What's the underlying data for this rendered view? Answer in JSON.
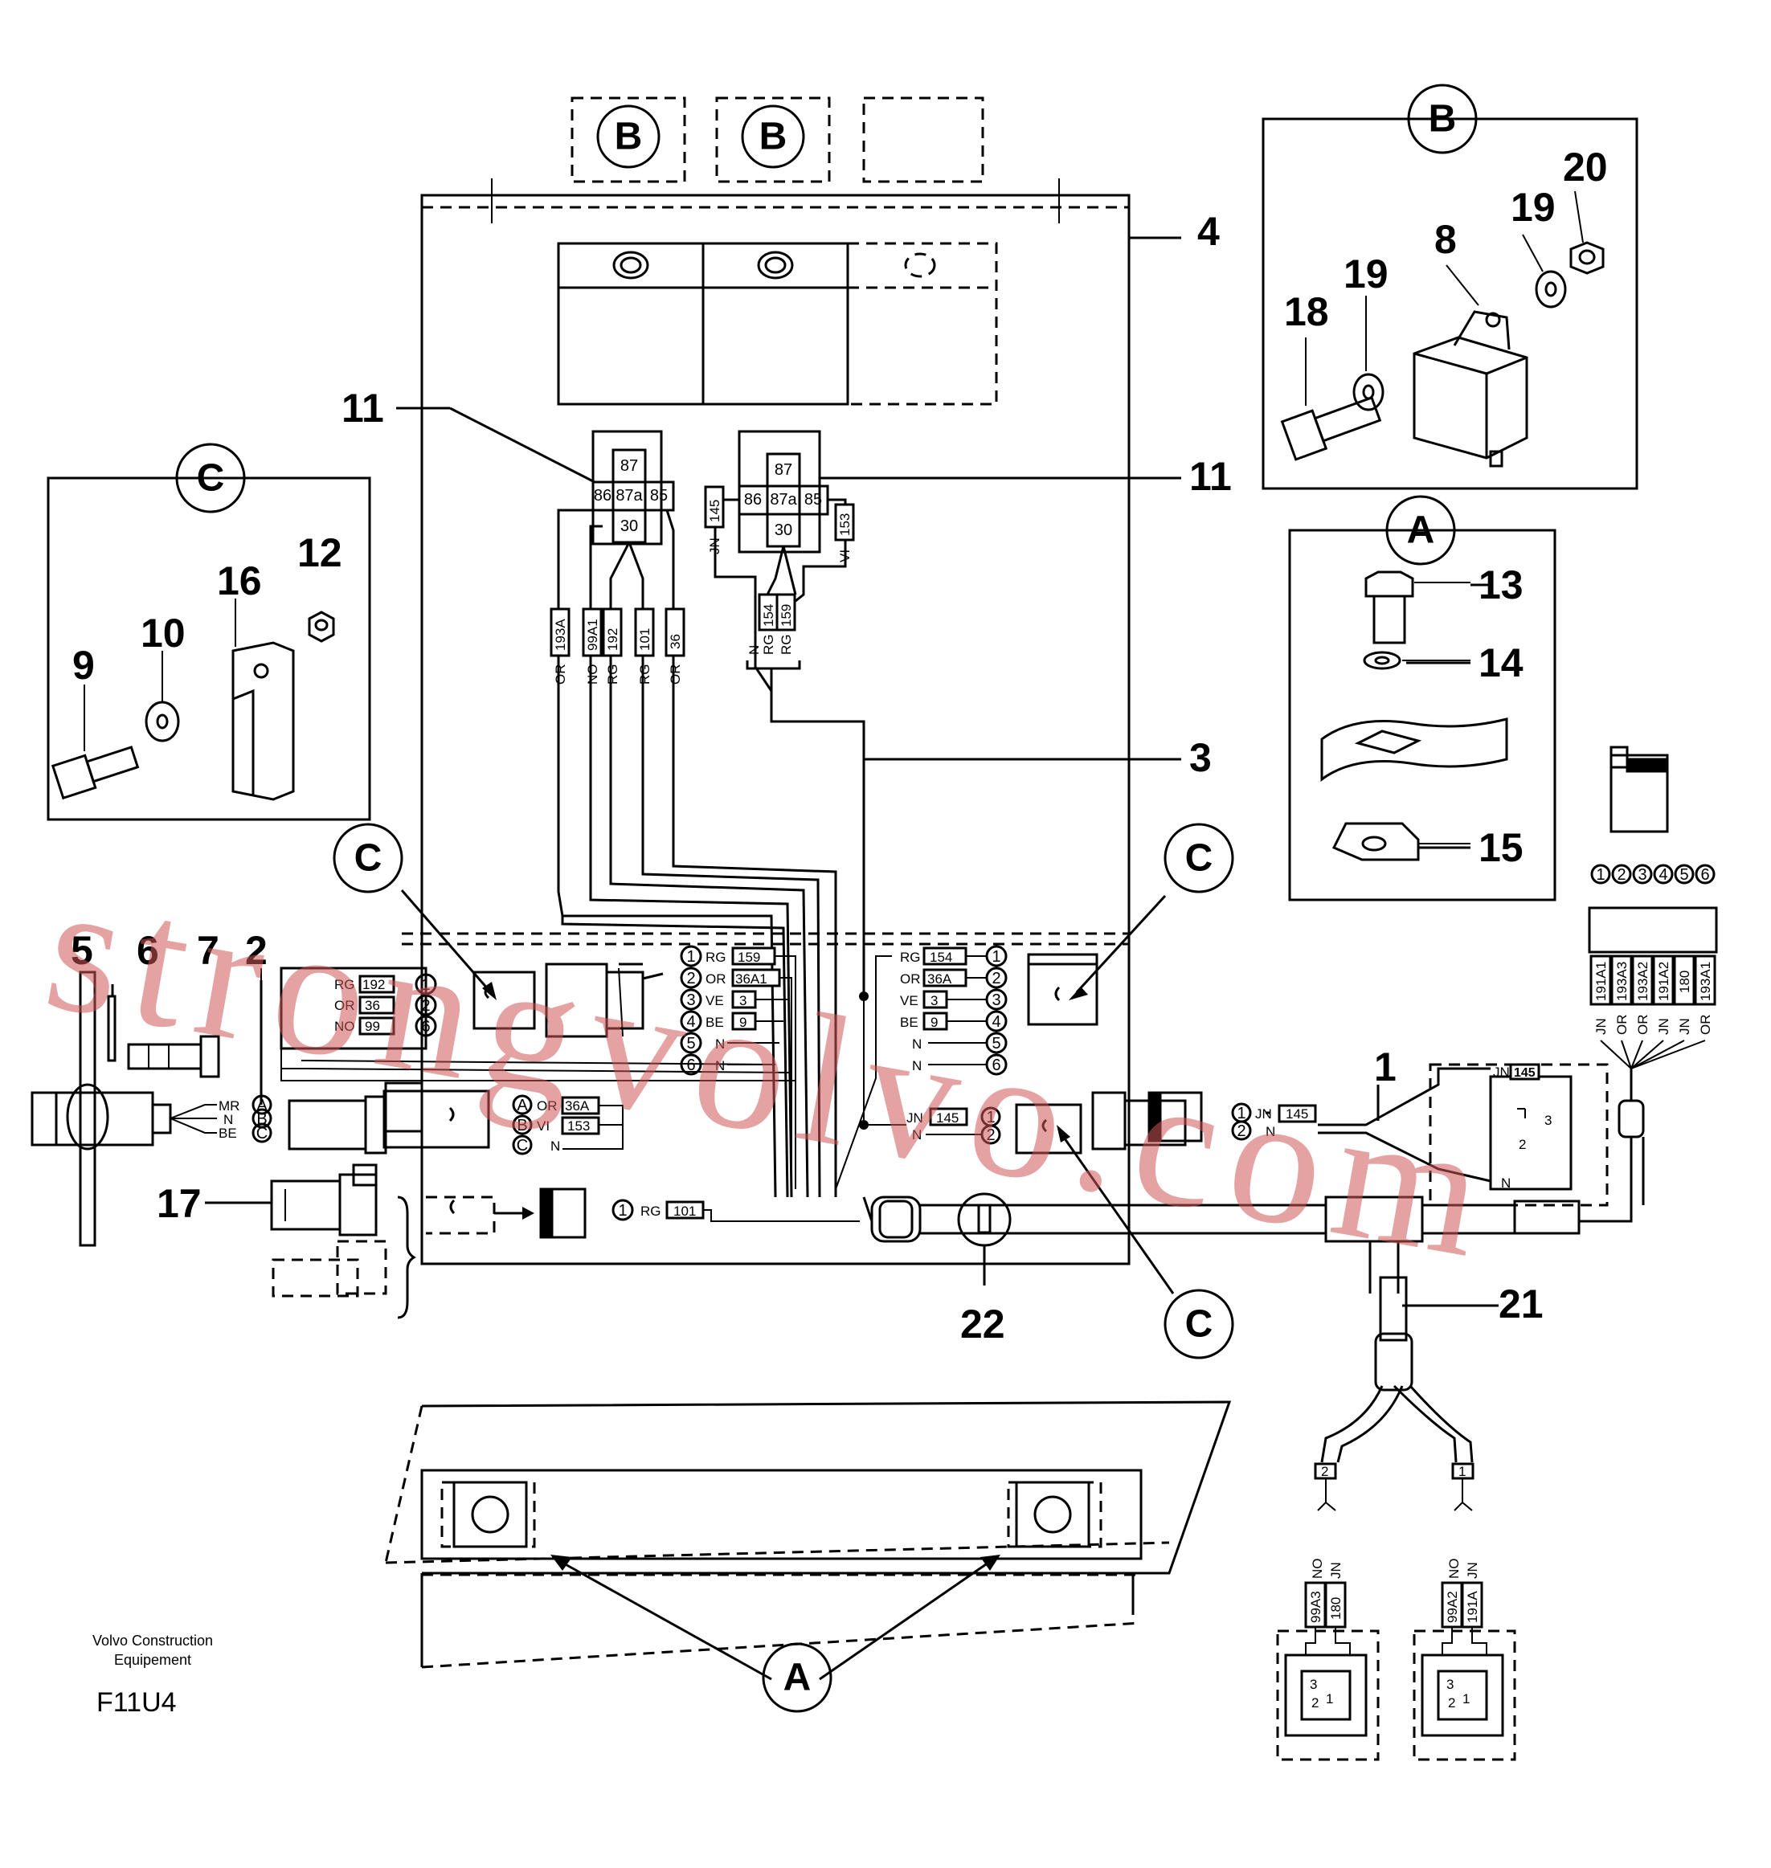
{
  "callouts": {
    "b": "B",
    "c": "C",
    "a": "A"
  },
  "parts": {
    "p1": "1",
    "p2": "2",
    "p3": "3",
    "p4": "4",
    "p5": "5",
    "p6": "6",
    "p7": "7",
    "p8": "8",
    "p9": "9",
    "p10": "10",
    "p11": "11",
    "p12": "12",
    "p13": "13",
    "p14": "14",
    "p15": "15",
    "p16": "16",
    "p17": "17",
    "p18": "18",
    "p19": "19",
    "p20": "20",
    "p21": "21",
    "p22": "22"
  },
  "relay_pins": {
    "p86": "86",
    "p87a": "87a",
    "p87": "87",
    "p85": "85",
    "p30": "30"
  },
  "relay_left_wires": [
    "OR",
    "193A",
    "NO",
    "99A1",
    "RG",
    "192",
    "RG",
    "101",
    "OR",
    "36"
  ],
  "relay_right_wires": {
    "jn": "JN",
    "w145": "145",
    "vi": "VI",
    "w153": "153",
    "n": "N",
    "rg1": "RG",
    "w154": "154",
    "rg2": "RG",
    "w159": "159"
  },
  "conn_left": {
    "rows": [
      {
        "pin": "1",
        "color": "RG",
        "wire": "159"
      },
      {
        "pin": "2",
        "color": "OR",
        "wire": "36A1"
      },
      {
        "pin": "3",
        "color": "VE",
        "wire": "3"
      },
      {
        "pin": "4",
        "color": "BE",
        "wire": "9"
      },
      {
        "pin": "5",
        "color": "N",
        "wire": ""
      },
      {
        "pin": "6",
        "color": "N",
        "wire": ""
      }
    ]
  },
  "conn_mid": {
    "rows": [
      {
        "pin": "1",
        "color": "RG",
        "wire": "154"
      },
      {
        "pin": "2",
        "color": "OR",
        "wire": "36A"
      },
      {
        "pin": "3",
        "color": "VE",
        "wire": "3"
      },
      {
        "pin": "4",
        "color": "BE",
        "wire": "9"
      },
      {
        "pin": "5",
        "color": "N",
        "wire": ""
      },
      {
        "pin": "6",
        "color": "N",
        "wire": ""
      }
    ]
  },
  "conn_part2": {
    "rows": [
      {
        "pin": "1",
        "color": "RG",
        "wire": "192"
      },
      {
        "pin": "2",
        "color": "OR",
        "wire": "36"
      },
      {
        "pin": "6",
        "color": "NO",
        "wire": "99"
      }
    ]
  },
  "sensor_pins": {
    "rows": [
      {
        "pin": "A",
        "color": "MR"
      },
      {
        "pin": "B",
        "color": "N"
      },
      {
        "pin": "C",
        "color": "BE"
      }
    ]
  },
  "conn_abc": {
    "rows": [
      {
        "pin": "A",
        "color": "OR",
        "wire": "36A"
      },
      {
        "pin": "B",
        "color": "VI",
        "wire": "153"
      },
      {
        "pin": "C",
        "color": "N",
        "wire": ""
      }
    ]
  },
  "conn_jn": {
    "rows": [
      {
        "pin": "1",
        "color": "JN",
        "wire": "145"
      },
      {
        "pin": "2",
        "color": "N",
        "wire": ""
      }
    ]
  },
  "conn_17": {
    "pin": "1",
    "color": "RG",
    "wire": "101"
  },
  "conn_1": {
    "rows": [
      {
        "pin": "1",
        "color": "JN",
        "wire": "145"
      },
      {
        "pin": "2",
        "color": "N",
        "wire": ""
      }
    ],
    "jn": "JN",
    "w145": "145",
    "n": "N",
    "pin1": "1",
    "pin2": "2",
    "pin3": "3"
  },
  "conn_six": {
    "pins": [
      "1",
      "2",
      "3",
      "4",
      "5",
      "6"
    ],
    "wires": [
      "191A1",
      "193A3",
      "193A2",
      "191A2",
      "180",
      "193A1"
    ],
    "colors": [
      "JN",
      "OR",
      "OR",
      "JN",
      "JN",
      "OR"
    ]
  },
  "branch": {
    "left": {
      "tag": "2",
      "c1": "NO",
      "c2": "JN",
      "w1": "99A3",
      "w2": "180"
    },
    "right": {
      "tag": "1",
      "c1": "NO",
      "c2": "JN",
      "w1": "99A2",
      "w2": "191A"
    },
    "pin1": "1",
    "pin2": "2",
    "pin3": "3"
  },
  "footer": {
    "maker_line1": "Volvo Construction",
    "maker_line2": "Equipement",
    "code": "F11U4"
  },
  "watermark": "strongvolvo.com"
}
